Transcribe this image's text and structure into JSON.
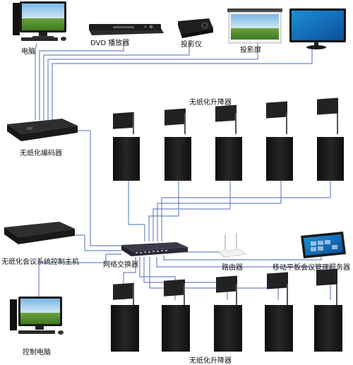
{
  "labels": {
    "pc": "电脑",
    "dvd": "DVD 播放器",
    "projector": "投影仪",
    "screen": "投影屏",
    "encoder": "无纸化编码器",
    "lifters_top": "无纸化升降器",
    "host": "无纸化会议系统控制主机",
    "switch": "网络交换器",
    "router": "路由器",
    "tablet_server": "移动平板会议管理服务器",
    "control_pc": "控制电脑",
    "lifters_bottom": "无纸化升降器"
  },
  "colors": {
    "line": "#6f86c8",
    "device_dark": "#1c1c1c",
    "lifter_body": "#151515",
    "lifter_screen": "#2a2a2a"
  }
}
